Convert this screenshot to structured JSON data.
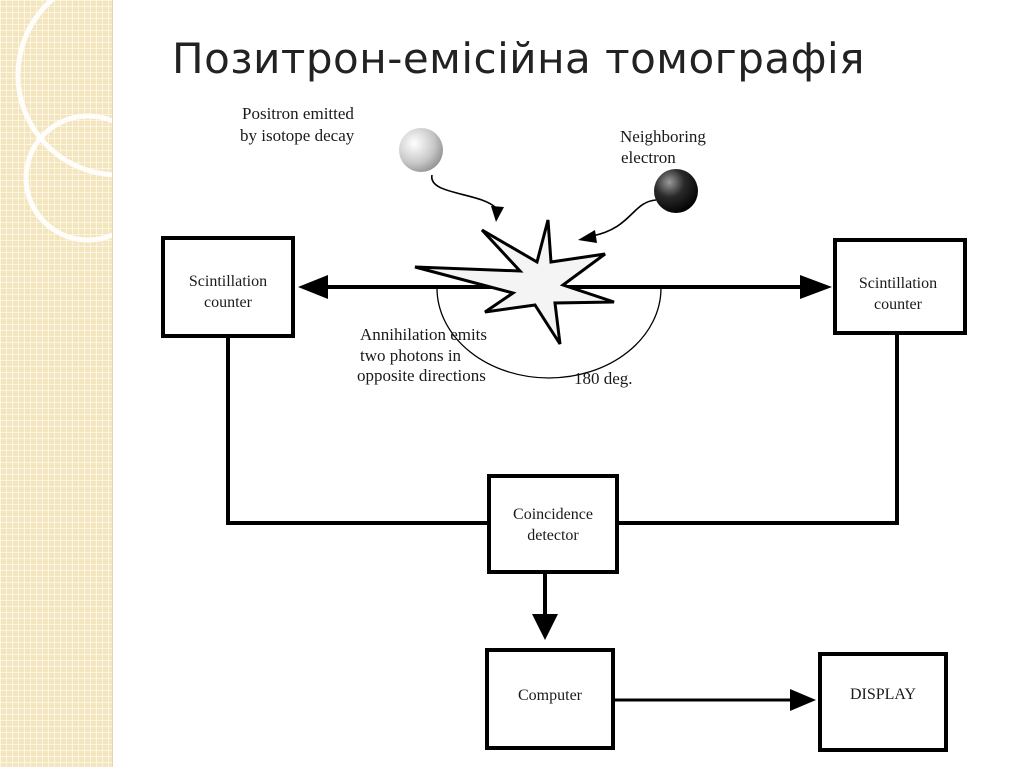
{
  "title": "Позитрон-емісійна томографія",
  "labels": {
    "positron_line1": "Positron emitted",
    "positron_line2": "by isotope decay",
    "electron_line1": "Neighboring",
    "electron_line2": "electron",
    "annihilation_line1": "Annihilation emits",
    "annihilation_line2": "two photons in",
    "annihilation_line3": "opposite directions",
    "angle": "180 deg."
  },
  "boxes": {
    "left_counter_line1": "Scintillation",
    "left_counter_line2": "counter",
    "right_counter_line1": "Scintillation",
    "right_counter_line2": "counter",
    "coincidence_line1": "Coincidence",
    "coincidence_line2": "detector",
    "computer": "Computer",
    "display": "DISPLAY"
  },
  "colors": {
    "sidebar": "#f3e6bf",
    "ink": "#000000",
    "title": "#222222"
  }
}
